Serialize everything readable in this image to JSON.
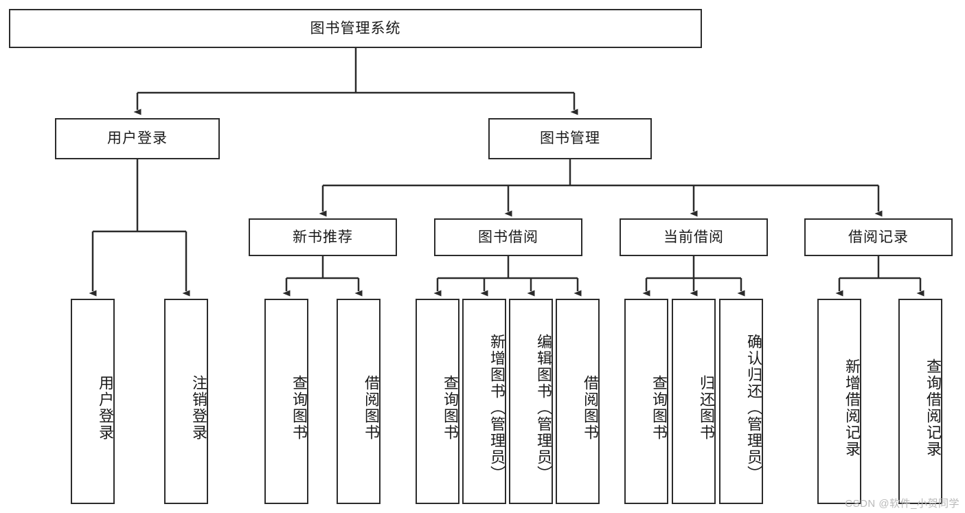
{
  "diagram": {
    "title": "图书管理系统",
    "type": "tree-hierarchy",
    "root": {
      "id": "root",
      "label": "图书管理系统"
    },
    "level2": [
      {
        "id": "user-login",
        "label": "用户登录"
      },
      {
        "id": "book-manage",
        "label": "图书管理"
      }
    ],
    "level3": [
      {
        "id": "new-book-recommend",
        "label": "新书推荐",
        "parent": "book-manage"
      },
      {
        "id": "book-borrow",
        "label": "图书借阅",
        "parent": "book-manage"
      },
      {
        "id": "current-borrow",
        "label": "当前借阅",
        "parent": "book-manage"
      },
      {
        "id": "borrow-record",
        "label": "借阅记录",
        "parent": "book-manage"
      }
    ],
    "leaves": [
      {
        "id": "leaf-user-login",
        "label": "用户登录",
        "parent": "user-login"
      },
      {
        "id": "leaf-logout-login",
        "label": "注销登录",
        "parent": "user-login"
      },
      {
        "id": "leaf-query-book-1",
        "label": "查询图书",
        "parent": "new-book-recommend"
      },
      {
        "id": "leaf-borrow-book-1",
        "label": "借阅图书",
        "parent": "new-book-recommend"
      },
      {
        "id": "leaf-query-book-2",
        "label": "查询图书",
        "parent": "book-borrow"
      },
      {
        "id": "leaf-add-book",
        "label": "新增图书（管理员）",
        "parent": "book-borrow"
      },
      {
        "id": "leaf-edit-book",
        "label": "编辑图书（管理员）",
        "parent": "book-borrow"
      },
      {
        "id": "leaf-borrow-book-2",
        "label": "借阅图书",
        "parent": "book-borrow"
      },
      {
        "id": "leaf-query-book-3",
        "label": "查询图书",
        "parent": "current-borrow"
      },
      {
        "id": "leaf-return-book",
        "label": "归还图书",
        "parent": "current-borrow"
      },
      {
        "id": "leaf-confirm-return",
        "label": "确认归还（管理员）",
        "parent": "current-borrow"
      },
      {
        "id": "leaf-add-record",
        "label": "新增借阅记录",
        "parent": "borrow-record"
      },
      {
        "id": "leaf-query-record",
        "label": "查询借阅记录",
        "parent": "borrow-record"
      }
    ],
    "colors": {
      "stroke": "#2b2b2b",
      "fill": "#ffffff",
      "text": "#1a1a1a",
      "watermark": "#b9b9b9"
    }
  },
  "watermark": {
    "text": "CSDN @软件_小贺同学"
  }
}
